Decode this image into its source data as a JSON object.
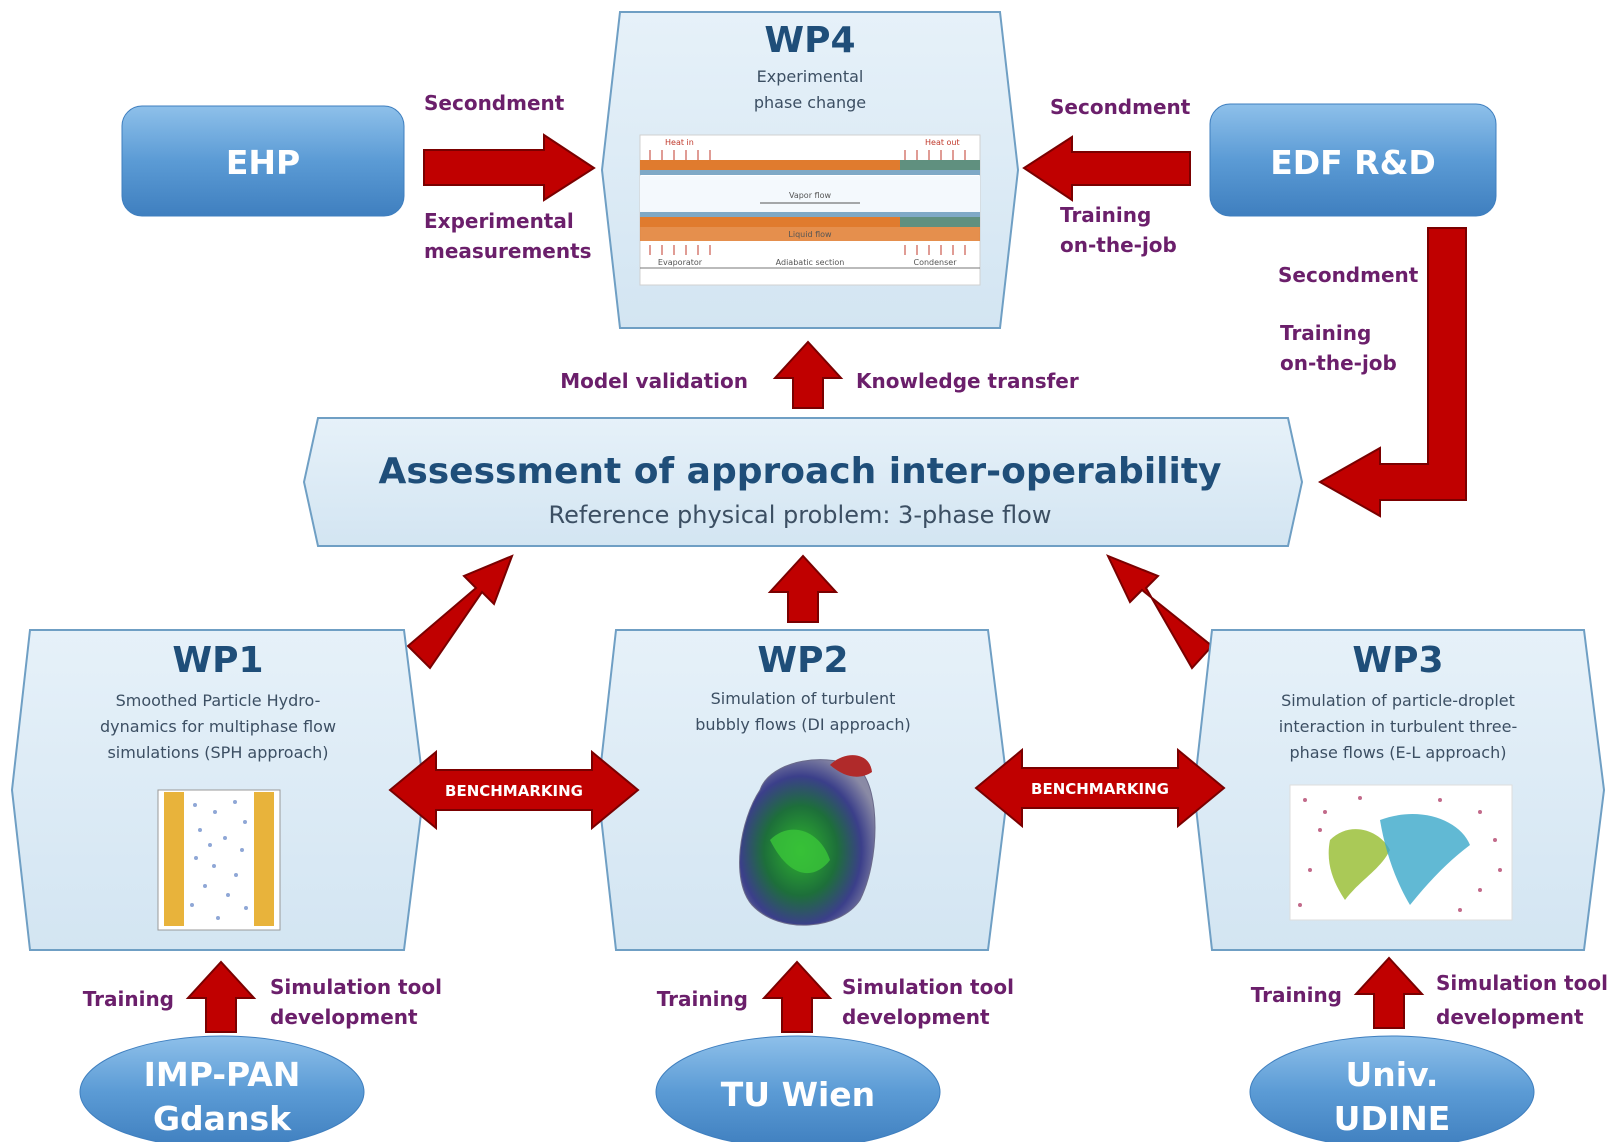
{
  "colors": {
    "hexagon_fill": "#dcebf5",
    "hexagon_stroke": "#6f9fc4",
    "arrow_red": "#c00000",
    "arrow_edge": "#7a0000",
    "org_blue": "#5b9bd5",
    "label_purple": "#6b1f6b",
    "title_navy": "#1f4e79"
  },
  "wp4": {
    "title": "WP4",
    "desc_line1": "Experimental",
    "desc_line2": "phase change",
    "figure_labels": {
      "heat_in": "Heat in",
      "heat_out": "Heat out",
      "vapor_flow": "Vapor flow",
      "liquid_flow": "Liquid flow",
      "evaporator": "Evaporator",
      "adiabatic": "Adiabatic section",
      "condenser": "Condenser"
    }
  },
  "ehp": {
    "name": "EHP",
    "edge_top": "Secondment",
    "edge_bottom_line1": "Experimental",
    "edge_bottom_line2": "measurements"
  },
  "edf": {
    "name": "EDF R&D",
    "edge_top": "Secondment",
    "edge_bottom_line1": "Training",
    "edge_bottom_line2": "on-the-job",
    "side_top": "Secondment",
    "side_bottom_line1": "Training",
    "side_bottom_line2": "on-the-job"
  },
  "assessment": {
    "title": "Assessment of approach inter-operability",
    "subtitle": "Reference physical problem: 3-phase flow",
    "left_label": "Model validation",
    "right_label": "Knowledge transfer"
  },
  "wp1": {
    "title": "WP1",
    "desc_line1": "Smoothed Particle Hydro-",
    "desc_line2": "dynamics for multiphase flow",
    "desc_line3": "simulations (SPH approach)"
  },
  "wp2": {
    "title": "WP2",
    "desc_line1": "Simulation of turbulent",
    "desc_line2": "bubbly flows (DI approach)"
  },
  "wp3": {
    "title": "WP3",
    "desc_line1": "Simulation of particle-droplet",
    "desc_line2": "interaction in turbulent three-",
    "desc_line3": "phase flows (E-L approach)"
  },
  "benchmarking": {
    "left": "BENCHMARKING",
    "right": "BENCHMARKING"
  },
  "orgs_bottom": {
    "imp_pan": {
      "line1": "IMP-PAN",
      "line2": "Gdansk",
      "training": "Training",
      "tool_line1": "Simulation tool",
      "tool_line2": "development"
    },
    "tu_wien": {
      "line1": "TU Wien",
      "training": "Training",
      "tool_line1": "Simulation tool",
      "tool_line2": "development"
    },
    "udine": {
      "line1": "Univ.",
      "line2": "UDINE",
      "training": "Training",
      "tool_line1": "Simulation tool",
      "tool_line2": "development"
    }
  }
}
